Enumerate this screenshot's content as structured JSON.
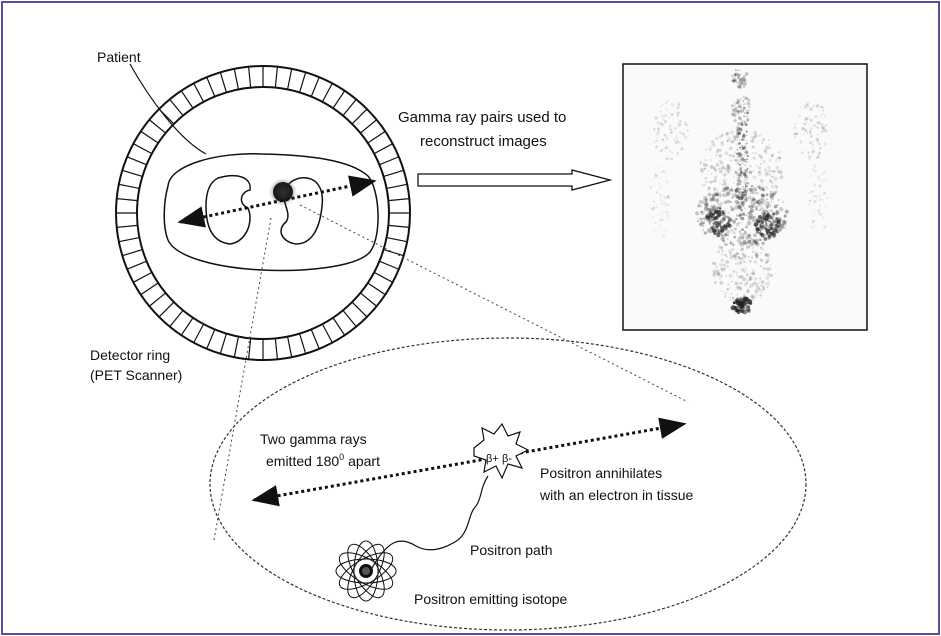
{
  "labels": {
    "patient": "Patient",
    "gamma_pairs_line1": "Gamma ray pairs used to",
    "gamma_pairs_line2": "reconstruct images",
    "detector_line1": "Detector ring",
    "detector_line2": "(PET Scanner)",
    "two_gamma_line1": "Two gamma rays",
    "two_gamma_line2a": "emitted 180",
    "two_gamma_sup": "0",
    "two_gamma_line2b": " apart",
    "annihilates_line1": "Positron annihilates",
    "annihilates_line2": "with an electron in tissue",
    "positron_path": "Positron path",
    "isotope": "Positron emitting isotope",
    "beta_plus": "β+",
    "beta_minus": "β-"
  },
  "colors": {
    "border": "#5b4c9c",
    "line": "#222222",
    "scan_bg": "#fafafa"
  },
  "icons": {
    "detector_ring": "detector-ring",
    "scan_image": "pet-scan-image",
    "atom": "atom-icon",
    "starburst": "annihilation-burst-icon"
  }
}
